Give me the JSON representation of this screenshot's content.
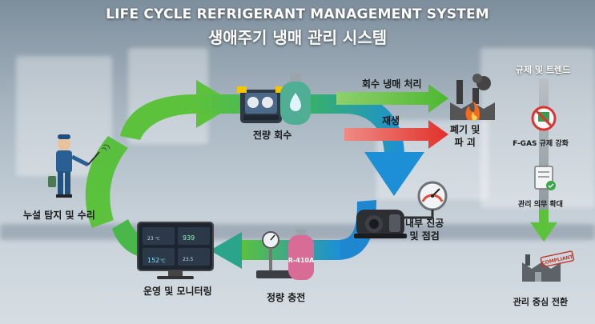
{
  "title": {
    "english": "LIFE CYCLE REFRIGERANT MANAGEMENT SYSTEM",
    "korean": "생애주기 냉매 관리 시스템"
  },
  "cycle": {
    "leak_detection": "누설 탐지 및 수리",
    "recovery": "전량 회수",
    "vacuum_check_line1": "내부 진공",
    "vacuum_check_line2": "및 점검",
    "charging": "정량 충전",
    "monitoring": "운영 및 모니터링"
  },
  "outputs": {
    "recovery_treatment": "회수 냉매 처리",
    "recycle": "재생",
    "disposal_line1": "폐기 및",
    "disposal_line2": "파 괴"
  },
  "side_panel": {
    "title": "규제 및 트렌드",
    "fgas": "F-GAS 규제 강화",
    "duty": "관리 의무 확대",
    "shift": "관리 중심 전환",
    "stamp": "COMPLIANT"
  },
  "cylinder_label": "R-410A",
  "monitor": {
    "value_a": "152",
    "value_a_unit": "℃",
    "value_b": "23",
    "value_b_unit": "℃",
    "value_c": "939",
    "value_d": "23.5"
  },
  "colors": {
    "green_arrow": "#5cc23c",
    "blue_arrow": "#1c8fd6",
    "red_arrow": "#e2302a",
    "gray_arrow": "#9aa3a8"
  },
  "icons": [
    "technician-icon",
    "recovery-machine-icon",
    "refrigerant-cylinder-icon",
    "factory-fire-icon",
    "vacuum-pump-icon",
    "pressure-gauge-icon",
    "scale-icon",
    "monitor-icon",
    "no-fgas-icon",
    "checklist-icon",
    "factory-compliant-icon"
  ]
}
